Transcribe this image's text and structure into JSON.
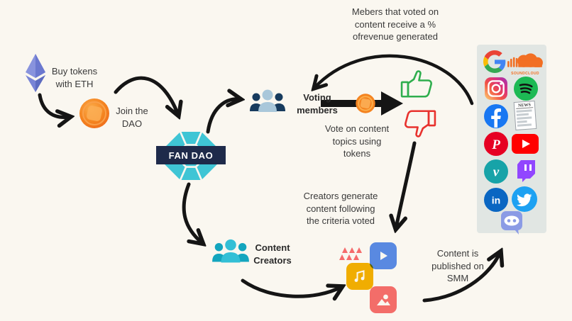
{
  "flow": {
    "buy_tokens": "Buy tokens\nwith ETH",
    "join_dao": "Join the\nDAO",
    "fan_dao": "FAN DAO",
    "voting_members": "Voting\nmembers",
    "members_revenue_note": "Mebers that voted on\ncontent receive a %\nofrevenue generated",
    "vote_note": "Vote on content\ntopics using\ntokens",
    "creators_note": "Creators generate\ncontent following\nthe criteria voted",
    "content_creators": "Content\nCreators",
    "published_note": "Content is\npublished on\nSMM"
  },
  "social_panel": {
    "soundcloud_wordmark": "SOUNDCLOUD",
    "news_masthead": "NEWS",
    "facebook_glyph": "f",
    "pinterest_glyph": "P",
    "vimeo_glyph": "v",
    "linkedin_glyph": "in",
    "platforms": [
      {
        "name": "Google",
        "color": "#4285F4"
      },
      {
        "name": "SoundCloud",
        "color": "#F26F23"
      },
      {
        "name": "Instagram",
        "color": "#D92E7F"
      },
      {
        "name": "Spotify",
        "color": "#1DB954"
      },
      {
        "name": "Facebook",
        "color": "#1877F2"
      },
      {
        "name": "News",
        "color": "#9aa0a6"
      },
      {
        "name": "Pinterest",
        "color": "#E60023"
      },
      {
        "name": "YouTube",
        "color": "#FF0000"
      },
      {
        "name": "Vimeo",
        "color": "#17A3A8"
      },
      {
        "name": "Twitch",
        "color": "#9146FF"
      },
      {
        "name": "LinkedIn",
        "color": "#0A66C2"
      },
      {
        "name": "Twitter",
        "color": "#1DA1F2"
      },
      {
        "name": "Discord",
        "color": "#8B9BE5"
      }
    ]
  },
  "colors": {
    "background": "#FAF7F0",
    "panel_background": "#E1E6E3",
    "arrow": "#151515",
    "fan_dao_teal": "#3FC5D5",
    "fan_dao_banner": "#1E2A4A",
    "eth_indigo": "#7884D6",
    "coin_orange": "#F4831F",
    "thumb_up_green": "#2FAE4E",
    "thumb_down_red": "#E8322E",
    "voting_member_dark": "#173B5E",
    "voting_member_light": "#A9C7DA",
    "creator_teal_light": "#33BFD6",
    "creator_teal_dark": "#13A5BE",
    "media_blue": "#5B8DEF",
    "media_yellow": "#F5B301",
    "media_pink": "#F87070"
  }
}
